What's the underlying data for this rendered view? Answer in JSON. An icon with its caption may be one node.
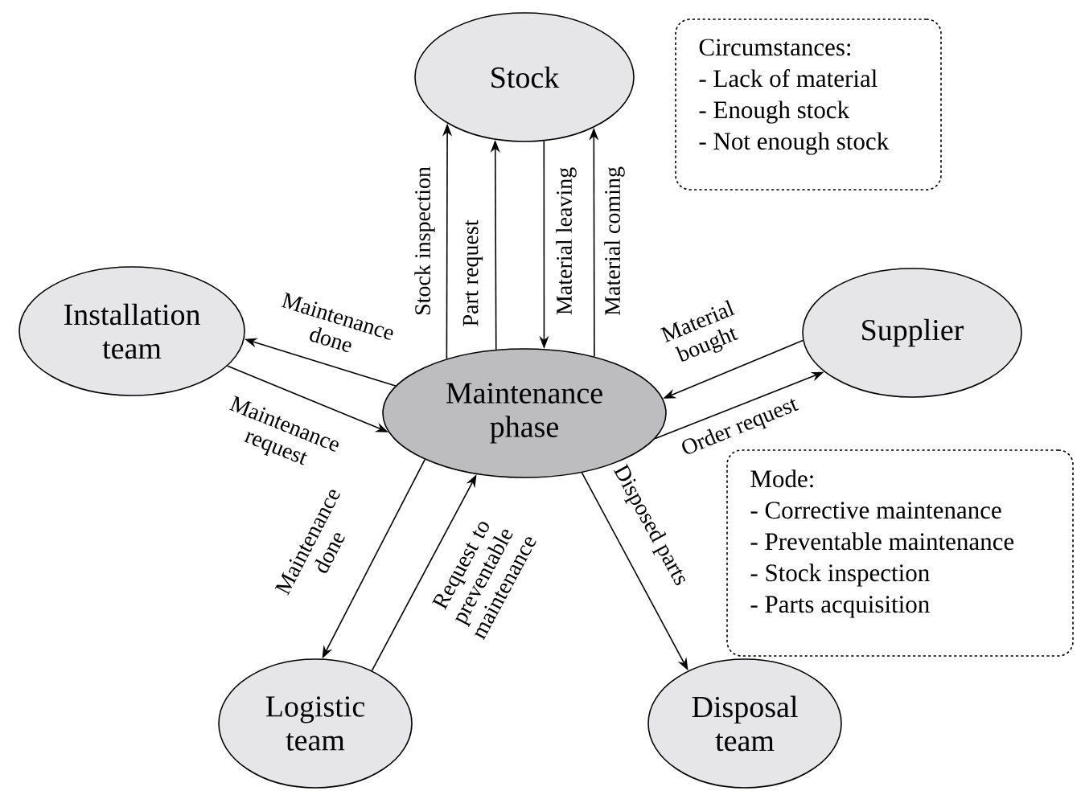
{
  "diagram": {
    "nodes": [
      {
        "text": [
          "Stock"
        ]
      },
      {
        "text": [
          "Installation team"
        ]
      },
      {
        "text": [
          "Maintenance phase"
        ]
      },
      {
        "text": [
          "Supplier"
        ]
      },
      {
        "text": [
          "Logistic team"
        ]
      },
      {
        "text": [
          "Disposal team"
        ]
      },
      {
        "text": [
          "Circumstances:",
          "- Lack of material",
          "- Enough stock",
          "- Not enough stock"
        ]
      },
      {
        "text": [
          "Mode:",
          "- Corrective maintenance",
          "- Preventable maintenance",
          "- Stock inspection",
          "- Parts acquisition"
        ]
      }
    ],
    "edges": [
      {
        "from": 2,
        "to": 0,
        "arrow": "to",
        "label": "Stock inspection"
      },
      {
        "from": 2,
        "to": 0,
        "arrow": "to",
        "label": "Part request"
      },
      {
        "from": 0,
        "to": 2,
        "arrow": "to",
        "label": "Material leaving"
      },
      {
        "from": 2,
        "to": 0,
        "arrow": "to",
        "label": "Material coming"
      },
      {
        "from": 2,
        "to": 1,
        "arrow": "to",
        "label": "Maintenance done"
      },
      {
        "from": 1,
        "to": 2,
        "arrow": "to",
        "label": "Maintenance request"
      },
      {
        "from": 3,
        "to": 2,
        "arrow": "to",
        "label": "Material bought"
      },
      {
        "from": 2,
        "to": 3,
        "arrow": "to",
        "label": "Order request"
      },
      {
        "from": 2,
        "to": 4,
        "arrow": "to",
        "label": "Maintenance done"
      },
      {
        "from": 4,
        "to": 2,
        "arrow": "to",
        "label": "Request to preventable maintenance"
      },
      {
        "from": 2,
        "to": 5,
        "arrow": "to",
        "label": "Disposed parts"
      }
    ]
  }
}
